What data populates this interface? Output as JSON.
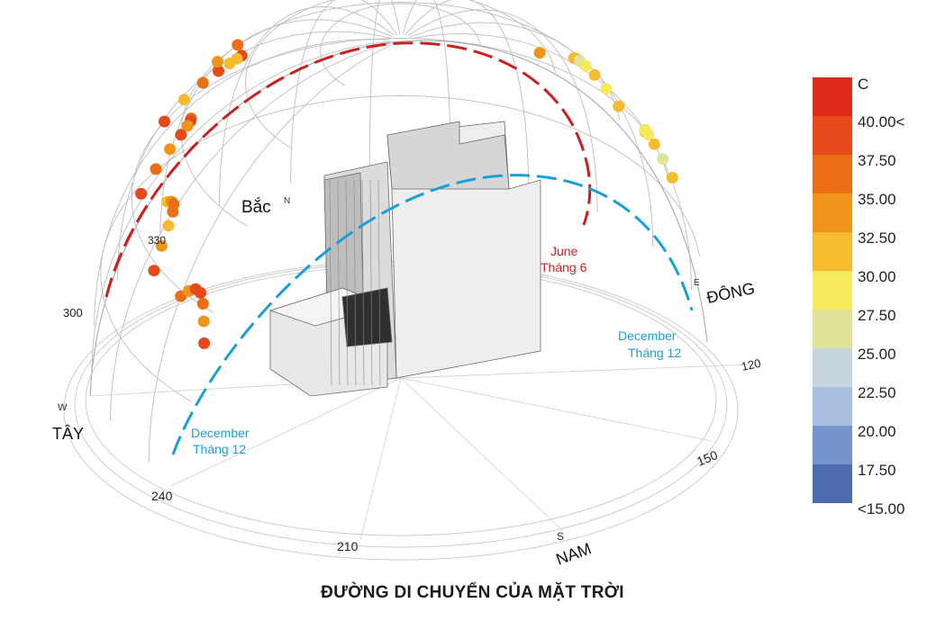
{
  "title": "ĐƯỜNG DI CHUYỂN CỦA MẶT TRỜI",
  "compass": {
    "north": "Bắc",
    "north_letter": "N",
    "east": "ĐÔNG",
    "east_letter": "E",
    "south": "NAM",
    "south_letter": "S",
    "west": "TÂY",
    "west_letter": "W"
  },
  "bearings": [
    "330",
    "300",
    "240",
    "210",
    "150",
    "120"
  ],
  "paths": {
    "june": {
      "line1": "June",
      "line2": "Tháng 6",
      "color": "#cc1f1f"
    },
    "december_east": {
      "line1": "December",
      "line2": "Tháng 12",
      "color": "#1a9fd6"
    },
    "december_west": {
      "line1": "December",
      "line2": "Tháng 12",
      "color": "#1a9fd6"
    }
  },
  "legend": {
    "unit": "C",
    "labels": [
      "40.00<",
      "37.50",
      "35.00",
      "32.50",
      "30.00",
      "27.50",
      "25.00",
      "22.50",
      "20.00",
      "17.50",
      "<15.00"
    ],
    "colors": [
      "#dd2a1a",
      "#e6491a",
      "#ea6f14",
      "#f0931a",
      "#f4bc2e",
      "#f7e85e",
      "#dfe39c",
      "#c6d4de",
      "#a9bfe2",
      "#7593cc",
      "#4d6cae"
    ]
  }
}
